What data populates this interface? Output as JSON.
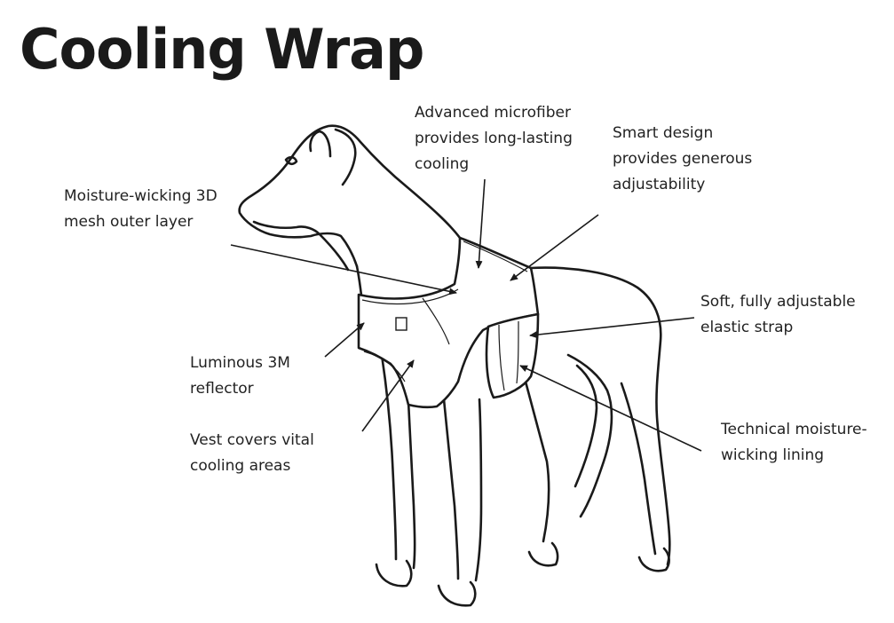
{
  "title": "Cooling Wrap",
  "callouts": {
    "microfiber": [
      "Advanced microfiber",
      "provides long-lasting",
      "cooling"
    ],
    "smart_design": [
      "Smart design",
      "provides generous",
      "adjustability"
    ],
    "mesh": [
      "Moisture-wicking 3D",
      "mesh outer layer"
    ],
    "strap": [
      "Soft, fully adjustable",
      "elastic strap"
    ],
    "reflector": [
      "Luminous 3M",
      "reflector"
    ],
    "vest": [
      "Vest covers vital",
      "cooling areas"
    ],
    "lining": [
      "Technical moisture-",
      "wicking lining"
    ]
  }
}
